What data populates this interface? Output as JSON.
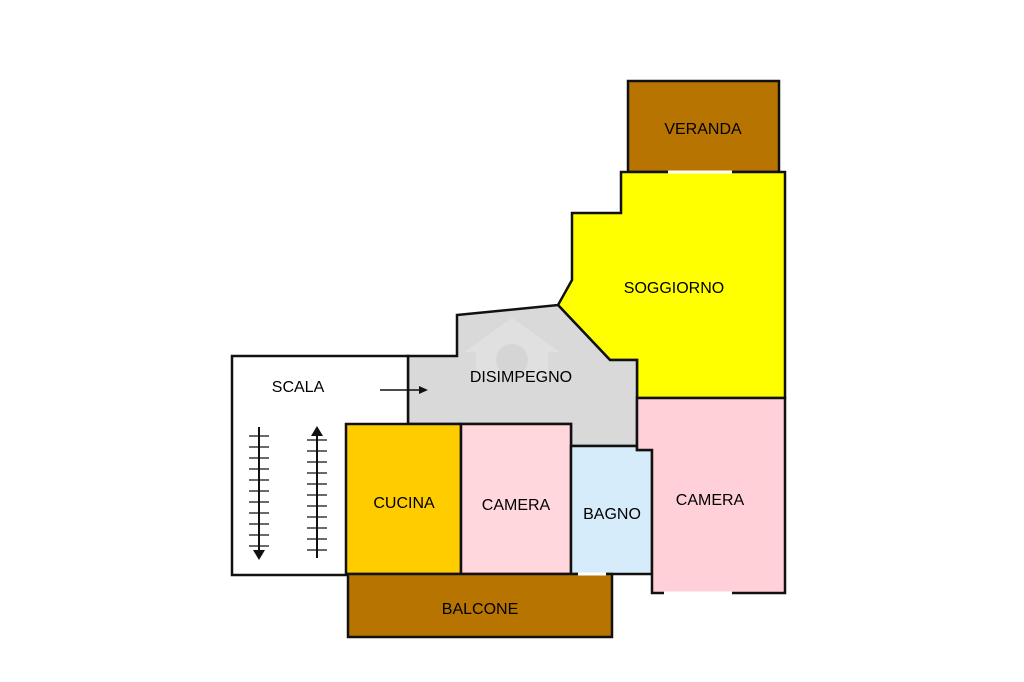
{
  "floor_plan": {
    "rooms": [
      {
        "id": "veranda",
        "label": "VERANDA",
        "color": "#b87400"
      },
      {
        "id": "soggiorno",
        "label": "SOGGIORNO",
        "color": "#ffff00"
      },
      {
        "id": "disimpegno",
        "label": "DISIMPEGNO",
        "color": "#d9d9d9"
      },
      {
        "id": "scala",
        "label": "SCALA",
        "color": "#ffffff"
      },
      {
        "id": "cucina",
        "label": "CUCINA",
        "color": "#ffcc00"
      },
      {
        "id": "camera-1",
        "label": "CAMERA",
        "color": "#ffd7dc"
      },
      {
        "id": "bagno",
        "label": "BAGNO",
        "color": "#d6ecfa"
      },
      {
        "id": "camera-2",
        "label": "CAMERA",
        "color": "#ffd0d8"
      },
      {
        "id": "balcone",
        "label": "BALCONE",
        "color": "#b87400"
      }
    ],
    "wall_color": "#111111"
  }
}
